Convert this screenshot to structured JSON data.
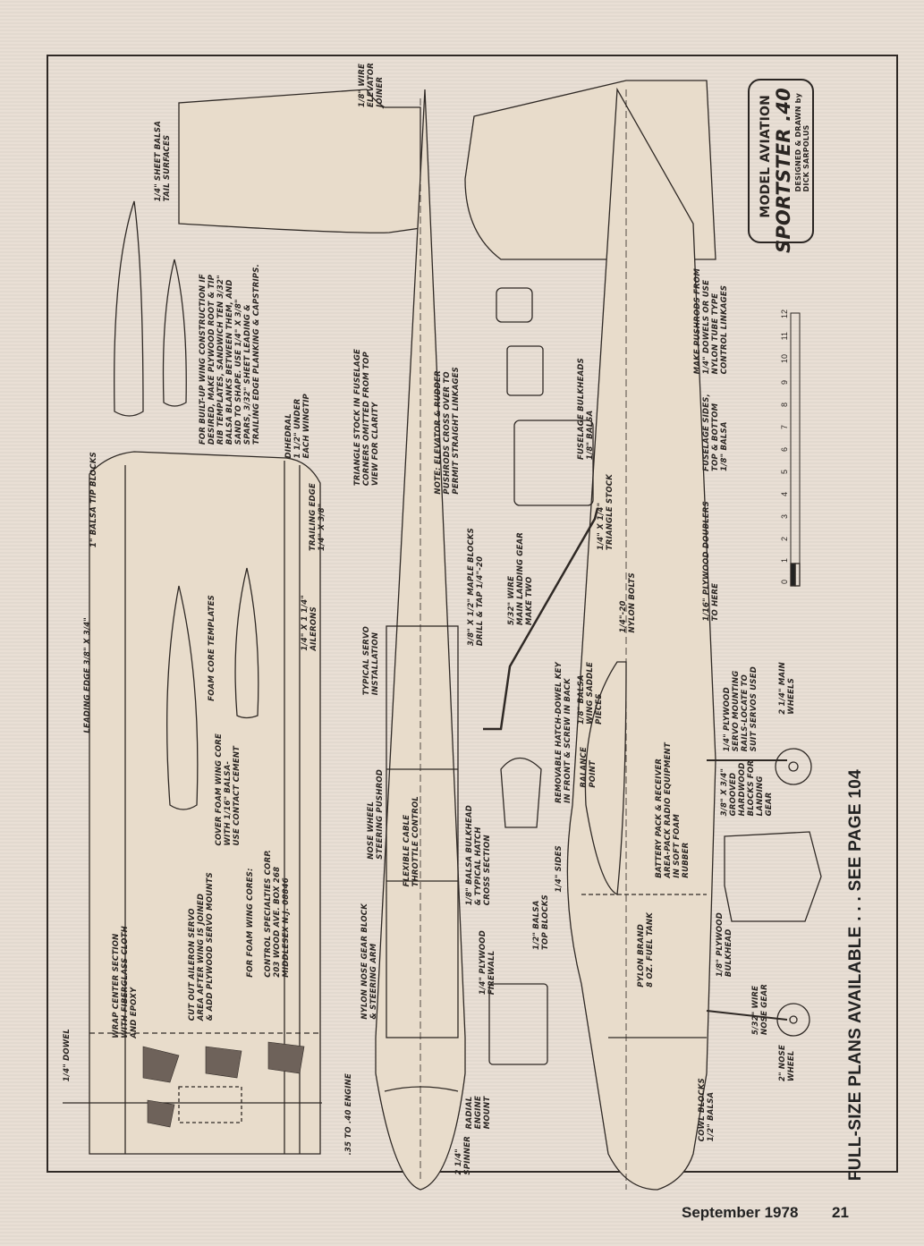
{
  "title_block": {
    "line1": "MODEL AVIATION",
    "line2": "SPORTSTER .40",
    "line3": "DESIGNED & DRAWN by\nDICK SARPOLUS"
  },
  "scale": [
    "0",
    "1",
    "2",
    "3",
    "4",
    "5",
    "6",
    "7",
    "8",
    "9",
    "10",
    "11",
    "12"
  ],
  "labels": [
    "1/4\" SHEET BALSA\nTAIL SURFACES",
    "1/8\" WIRE\nELEVATOR\nJOINER",
    "FOR BUILT-UP WING CONSTRUCTION IF\nDESIRED, MAKE PLYWOOD ROOT & TIP\nRIB TEMPLATES, SANDWICH TEN 3/32\"\nBALSA BLANKS BETWEEN THEM, AND\nSAND TO SHAPE. USE 1/4\" X 3/8\"\nSPARS, 3/32\" SHEET LEADING &\nTRAILING EDGE PLANKING & CAPSTRIPS.",
    "DIHEDRAL\n1 1/2\" UNDER\nEACH WINGTIP",
    "1\" BALSA TIP BLOCKS",
    "TRAILING EDGE\n1/4\" X 3/8\"",
    "LEADING EDGE 3/8\" X 3/4\"",
    "FOAM CORE TEMPLATES",
    "1/4\" X 1 1/4\"\nAILERONS",
    "COVER FOAM WING CORE\nWITH 1/16\" BALSA-\nUSE CONTACT CEMENT",
    "FOR FOAM WING CORES:\n\nCONTROL SPECIALTIES CORP.\n203 WOOD AVE. BOX 268\nMIDDLESEX N.J. 08846",
    "CUT OUT AILERON SERVO\nAREA AFTER WING IS JOINED\n& ADD PLYWOOD SERVO MOUNTS",
    "WRAP CENTER SECTION\nWITH FIBERGLASS CLOTH\nAND EPOXY",
    "1/4\" DOWEL",
    "TRIANGLE STOCK IN FUSELAGE\nCORNERS OMITTED FROM TOP\nVIEW FOR CLARITY",
    "NOTE: ELEVATOR & RUDDER\nPUSHRODS CROSS OVER TO\nPERMIT STRAIGHT LINKAGES",
    "TYPICAL SERVO\nINSTALLATION",
    "3/8\" X 1/2\" MAPLE BLOCKS\nDRILL & TAP 1/4\"-20",
    "5/32\" WIRE\nMAIN LANDING GEAR\nMAKE TWO",
    "NOSE WHEEL\nSTEERING PUSHROD",
    "FLEXIBLE CABLE\nTHROTTLE CONTROL",
    "NYLON NOSE GEAR BLOCK\n& STEERING ARM",
    "1/8\" BALSA BULKHEAD\n& TYPICAL HATCH\nCROSS SECTION",
    "1/4\" PLYWOOD\nFIREWALL",
    "1/2\" BALSA\nTOP BLOCKS",
    "1/4\" SIDES",
    "REMOVABLE HATCH-DOWEL KEY\nIN FRONT & SCREW IN BACK",
    "1/8\" BALSA\nWING SADDLE\nPIECES",
    "BALANCE\nPOINT",
    ".35 TO .40 ENGINE",
    "RADIAL\nENGINE\nMOUNT",
    "2 1/4\"\nSPINNER",
    "1/4\"-20\nNYLON BOLTS",
    "1/4\" X 1/4\"\nTRIANGLE STOCK",
    "FUSELAGE BULKHEADS\n1/8\" BALSA",
    "PYLON BRAND\n8 OZ. FUEL TANK",
    "BATTERY PACK & RECEIVER\nAREA-PACK RADIO EQUIPMENT\nIN SOFT FOAM\nRUBBER",
    "1/4\" PLYWOOD\nSERVO MOUNTING\nRAILS-LOCATE TO\nSUIT SERVOS USED",
    "3/8\" X 3/4\"\nGROOVED\nHARDWOOD\nBLOCKS FOR\nLANDING\nGEAR",
    "2 1/4\" MAIN\nWHEELS",
    "1/8\" PLYWOOD\nBULKHEAD",
    "5/32\" WIRE\nNOSE GEAR",
    "2\" NOSE\nWHEEL",
    "COWL BLOCKS\n1/2\" BALSA",
    "1/16\" PLYWOOD DOUBLERS\nTO HERE",
    "FUSELAGE SIDES,\nTOP & BOTTOM\n1/8\" BALSA",
    "MAKE PUSHRODS FROM\n1/4\" DOWELS OR USE\nNYLON TUBE TYPE\nCONTROL LINKAGES"
  ],
  "footer": {
    "plans": "FULL-SIZE PLANS AVAILABLE . . . SEE PAGE 104",
    "date": "September 1978",
    "page": "21"
  }
}
